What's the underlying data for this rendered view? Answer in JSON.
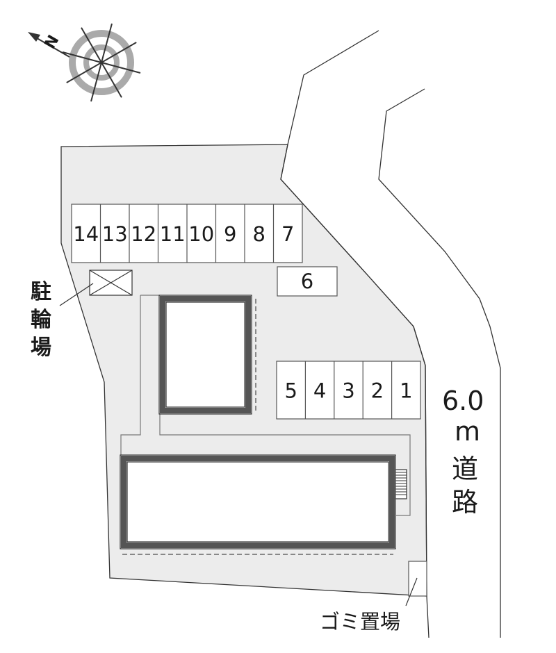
{
  "compass": {
    "north_label": "N",
    "icon": "compass-rose-icon"
  },
  "parking": {
    "top_row": [
      "14",
      "13",
      "12",
      "11",
      "10",
      "9",
      "8",
      "7"
    ],
    "single": "6",
    "right_row": [
      "5",
      "4",
      "3",
      "2",
      "1"
    ]
  },
  "labels": {
    "bicycle_parking": [
      "駐",
      "輪",
      "場"
    ],
    "garbage": "ゴミ置場",
    "road_width": "6.0",
    "road_unit": "m",
    "road_name": [
      "道",
      "路"
    ]
  },
  "colors": {
    "site_fill": "#ececec",
    "building_wall": "#555555",
    "line": "#333333",
    "compass_gray": "#aaaaaa"
  }
}
